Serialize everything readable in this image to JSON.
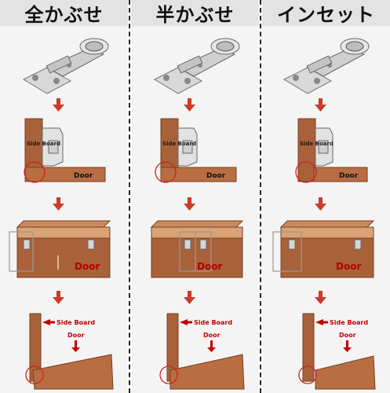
{
  "columns": [
    {
      "title": "全かぶせ",
      "side_board_label": "Side Board",
      "door_label": "Door",
      "cabinet_door_label": "Door",
      "diagram_side_board": "Side Board",
      "diagram_door": "Door"
    },
    {
      "title": "半かぶせ",
      "side_board_label": "Side Board",
      "door_label": "Door",
      "cabinet_door_label": "Door",
      "diagram_side_board": "Side Board",
      "diagram_door": "Door"
    },
    {
      "title": "インセット",
      "side_board_label": "Side Board",
      "door_label": "Door",
      "cabinet_door_label": "Door",
      "diagram_side_board": "Side Board",
      "diagram_door": "Door"
    }
  ],
  "colors": {
    "header_bg": "#e3e3e3",
    "column_bg": "#f4f4f4",
    "arrow": "#cc3a2a",
    "wood": "#a9613a",
    "wood_dark": "#7a3f20",
    "circle": "#d42020"
  },
  "icons": [
    "down-arrow-icon",
    "hinge-icon",
    "highlight-circle-icon",
    "left-arrow-icon"
  ]
}
